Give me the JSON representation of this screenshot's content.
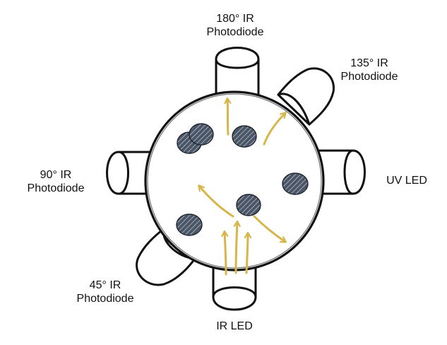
{
  "labels": {
    "ir_180": [
      "180° IR",
      "Photodiode"
    ],
    "ir_135": [
      "135° IR",
      "Photodiode"
    ],
    "uv_led": [
      "UV LED"
    ],
    "ir_90": [
      "90° IR",
      "Photodiode"
    ],
    "ir_45": [
      "45° IR",
      "Photodiode"
    ],
    "ir_led": [
      "IR LED"
    ]
  },
  "colors": {
    "outline": "#111111",
    "particle_fill": "#4a5566",
    "particle_hatch": "#c9ced6",
    "arrow": "#d6b64a"
  }
}
